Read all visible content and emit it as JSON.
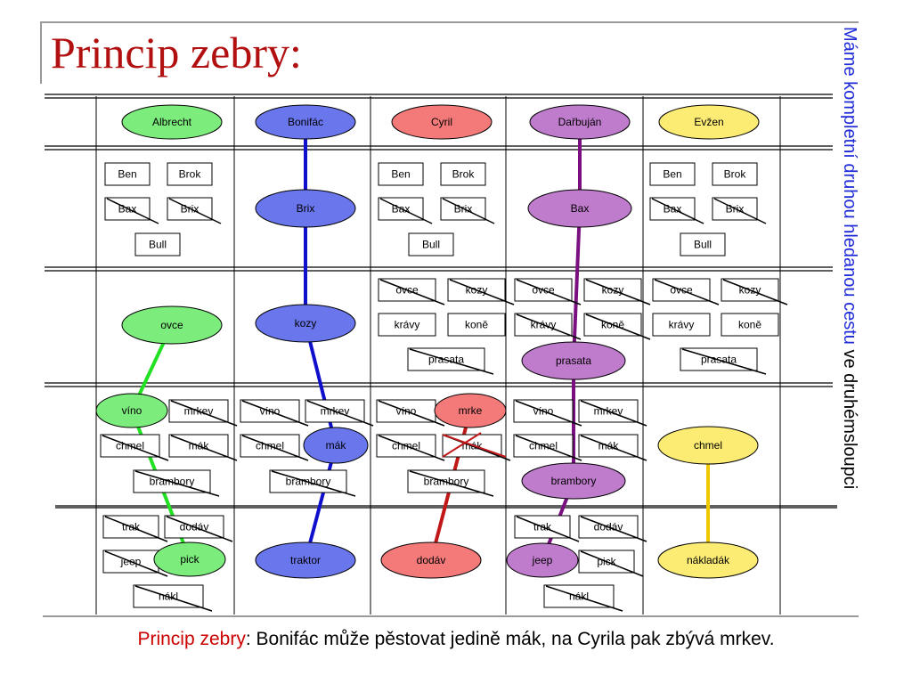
{
  "title": "Princip zebry:",
  "side_note": {
    "highlight": "Máme kompletní druhou hledanou cestu",
    "rest": " ve druhémsloupci"
  },
  "caption": {
    "highlight": "Princip zebry",
    "rest": ": Bonifác může pěstovat jedině mák, na Cyrila pak zbývá mrkev."
  },
  "colors": {
    "green": "#7cec7c",
    "blue": "#6a76ec",
    "red": "#f47a7a",
    "purple": "#c07ccc",
    "yellow": "#fdec74",
    "green_line": "#22e022",
    "blue_line": "#1010cc",
    "red_line": "#c01818",
    "purple_line": "#7a1080",
    "yellow_line": "#f0c800",
    "title": "#b21010",
    "highlight": "#1f2bd8"
  },
  "columns": [
    {
      "name": "Albrecht",
      "color": "green"
    },
    {
      "name": "Bonifác",
      "color": "blue"
    },
    {
      "name": "Cyril",
      "color": "red"
    },
    {
      "name": "Dařbuján",
      "color": "purple"
    },
    {
      "name": "Evžen",
      "color": "yellow"
    }
  ],
  "rows": [
    {
      "items": [
        {
          "id": "dog",
          "cells": [
            {
              "boxes": [
                {
                  "t": "Ben"
                },
                {
                  "t": "Brok"
                },
                {
                  "t": "Bax",
                  "x": true
                },
                {
                  "t": "Brix",
                  "x": true
                },
                {
                  "t": "Bull"
                }
              ]
            },
            {
              "node": "Brix"
            },
            {
              "boxes": [
                {
                  "t": "Ben"
                },
                {
                  "t": "Brok"
                },
                {
                  "t": "Bax",
                  "x": true
                },
                {
                  "t": "Brix",
                  "x": true
                },
                {
                  "t": "Bull"
                }
              ]
            },
            {
              "node": "Bax"
            },
            {
              "boxes": [
                {
                  "t": "Ben"
                },
                {
                  "t": "Brok"
                },
                {
                  "t": "Bax",
                  "x": true
                },
                {
                  "t": "Brix",
                  "x": true
                },
                {
                  "t": "Bull"
                }
              ]
            }
          ]
        },
        {
          "id": "animal",
          "cells": [
            {
              "node": "ovce"
            },
            {
              "node": "kozy"
            },
            {
              "boxes": [
                {
                  "t": "ovce",
                  "x": true
                },
                {
                  "t": "kozy",
                  "x": true
                },
                {
                  "t": "krávy"
                },
                {
                  "t": "koně"
                },
                {
                  "t": "prasata",
                  "x": true
                }
              ]
            },
            {
              "boxes": [
                {
                  "t": "ovce",
                  "x": true
                },
                {
                  "t": "kozy",
                  "x": true
                },
                {
                  "t": "krávy",
                  "x": true
                },
                {
                  "t": "koně",
                  "x": true
                }
              ],
              "node": "prasata"
            },
            {
              "boxes": [
                {
                  "t": "ovce",
                  "x": true
                },
                {
                  "t": "kozy",
                  "x": true
                },
                {
                  "t": "krávy"
                },
                {
                  "t": "koně"
                },
                {
                  "t": "prasata",
                  "x": true
                }
              ]
            }
          ]
        },
        {
          "id": "crop",
          "cells": [
            {
              "boxes": [
                {
                  "t": "mrkev",
                  "x": true
                },
                {
                  "t": "chmel",
                  "x": true
                },
                {
                  "t": "mák",
                  "x": true
                },
                {
                  "t": "brambory",
                  "x": true
                }
              ],
              "node": "víno"
            },
            {
              "boxes": [
                {
                  "t": "víno",
                  "x": true
                },
                {
                  "t": "mrkev",
                  "x": true
                },
                {
                  "t": "chmel",
                  "x": true
                },
                {
                  "t": "brambory",
                  "x": true
                }
              ],
              "node": "mák"
            },
            {
              "boxes": [
                {
                  "t": "víno",
                  "x": true
                },
                {
                  "t": "chmel",
                  "x": true
                },
                {
                  "t": "mák",
                  "x": true
                },
                {
                  "t": "brambory",
                  "x": true
                }
              ],
              "node": "mrke"
            },
            {
              "boxes": [
                {
                  "t": "víno",
                  "x": true
                },
                {
                  "t": "mrkev",
                  "x": true
                },
                {
                  "t": "chmel",
                  "x": true
                },
                {
                  "t": "mák",
                  "x": true
                }
              ],
              "node": "brambory"
            },
            {
              "node": "chmel"
            }
          ]
        },
        {
          "id": "vehicle",
          "cells": [
            {
              "boxes": [
                {
                  "t": "trak",
                  "x": true
                },
                {
                  "t": "dodáv",
                  "x": true
                },
                {
                  "t": "jeep",
                  "x": true
                },
                {
                  "t": "nákl",
                  "x": true
                }
              ],
              "node": "pick"
            },
            {
              "node": "traktor"
            },
            {
              "node": "dodáv"
            },
            {
              "boxes": [
                {
                  "t": "trak",
                  "x": true
                },
                {
                  "t": "dodáv",
                  "x": true
                },
                {
                  "t": "pick",
                  "x": true
                },
                {
                  "t": "nákl",
                  "x": true
                }
              ],
              "node": "jeep"
            },
            {
              "node": "nákladák"
            }
          ]
        }
      ]
    }
  ]
}
